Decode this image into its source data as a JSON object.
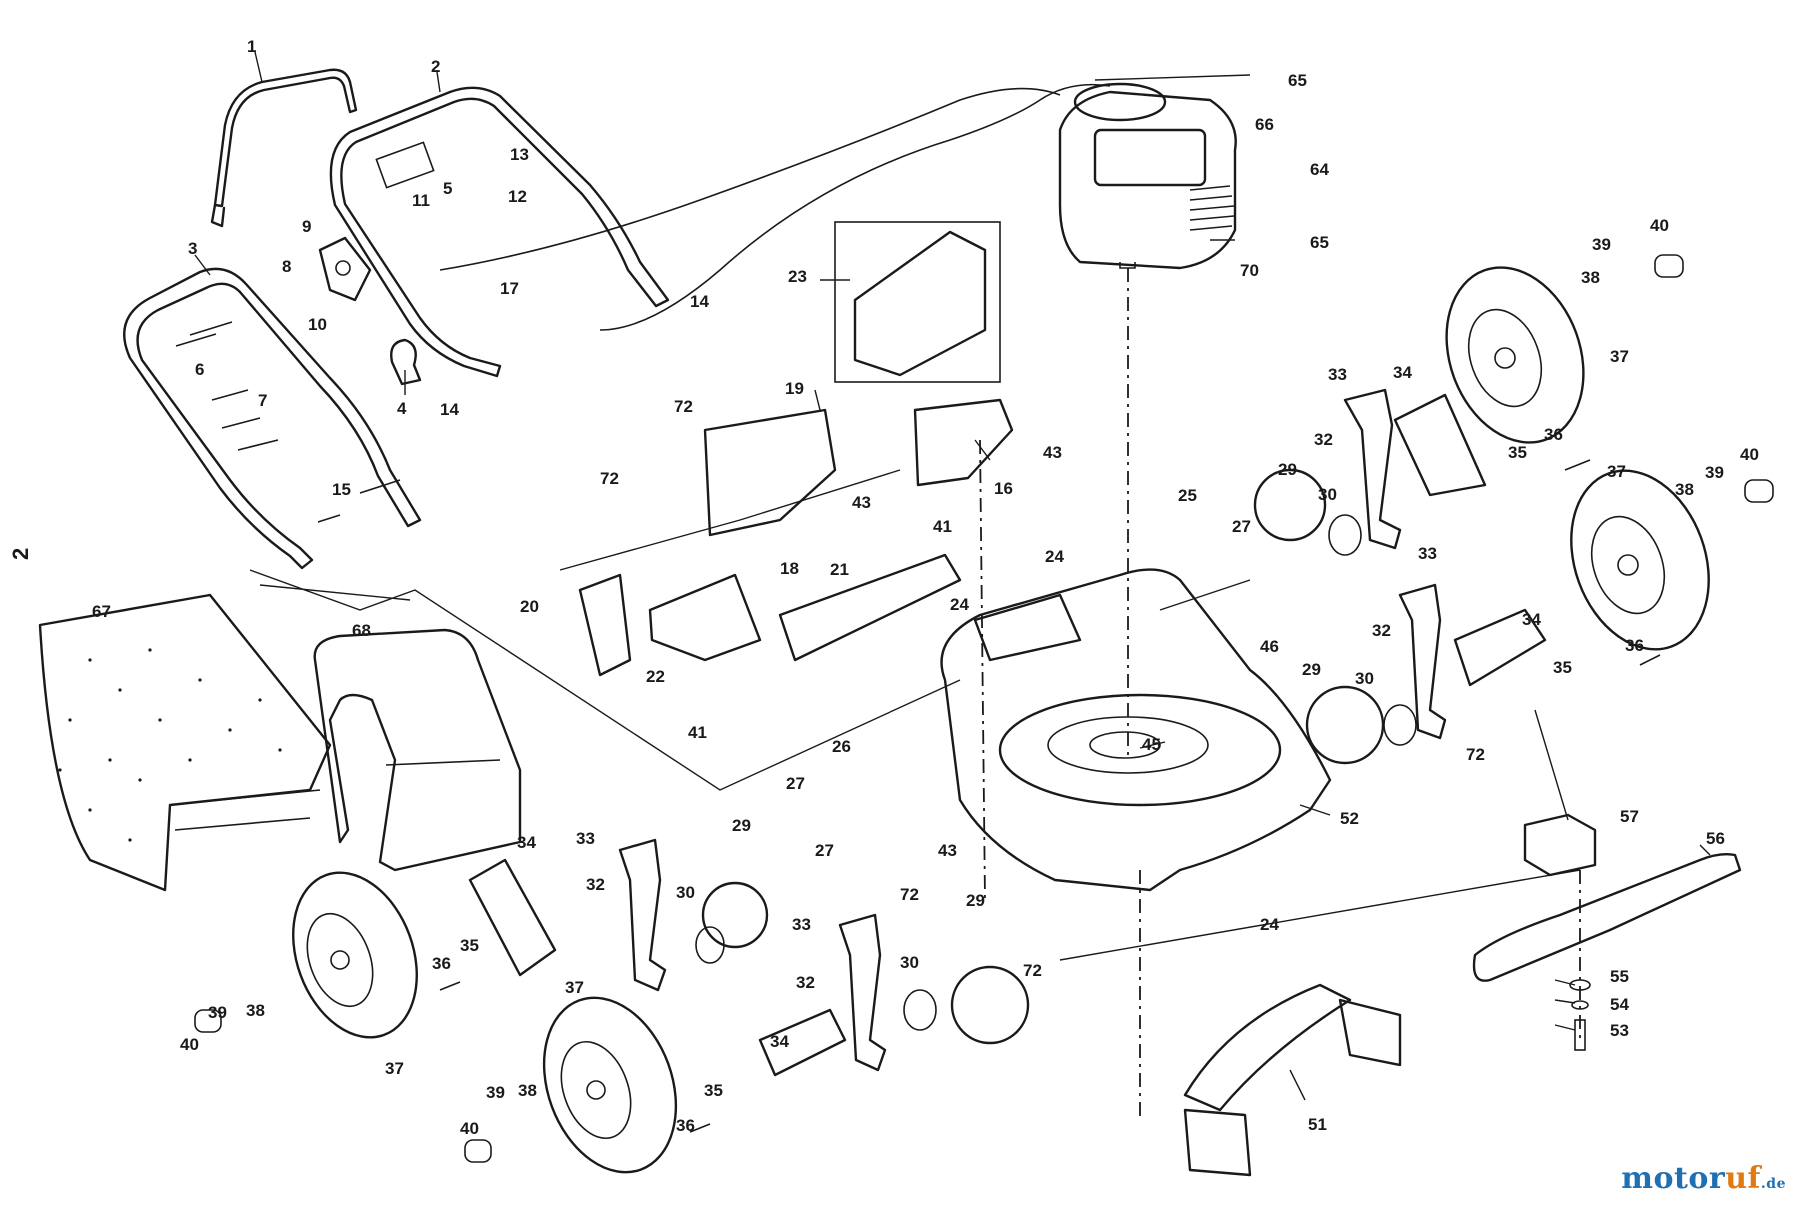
{
  "sheet_number": "2",
  "watermark": {
    "brand": "motor",
    "brand_end": "uf",
    "tld": ".de"
  },
  "colors": {
    "watermark_primary": "#1f6fb3",
    "watermark_secondary": "#e07b12",
    "ink": "#1a1a1a"
  },
  "callouts": [
    {
      "id": "c1",
      "label": "1"
    },
    {
      "id": "c2",
      "label": "2"
    },
    {
      "id": "c3",
      "label": "3"
    },
    {
      "id": "c4",
      "label": "4"
    },
    {
      "id": "c5",
      "label": "5"
    },
    {
      "id": "c6",
      "label": "6"
    },
    {
      "id": "c7",
      "label": "7"
    },
    {
      "id": "c8",
      "label": "8"
    },
    {
      "id": "c9",
      "label": "9"
    },
    {
      "id": "c10",
      "label": "10"
    },
    {
      "id": "c11",
      "label": "11"
    },
    {
      "id": "c12",
      "label": "12"
    },
    {
      "id": "c13",
      "label": "13"
    },
    {
      "id": "c14a",
      "label": "14"
    },
    {
      "id": "c14b",
      "label": "14"
    },
    {
      "id": "c15",
      "label": "15"
    },
    {
      "id": "c16",
      "label": "16"
    },
    {
      "id": "c17",
      "label": "17"
    },
    {
      "id": "c18",
      "label": "18"
    },
    {
      "id": "c19",
      "label": "19"
    },
    {
      "id": "c20",
      "label": "20"
    },
    {
      "id": "c21",
      "label": "21"
    },
    {
      "id": "c22",
      "label": "22"
    },
    {
      "id": "c23",
      "label": "23"
    },
    {
      "id": "c24a",
      "label": "24"
    },
    {
      "id": "c24b",
      "label": "24"
    },
    {
      "id": "c24c",
      "label": "24"
    },
    {
      "id": "c25",
      "label": "25"
    },
    {
      "id": "c26",
      "label": "26"
    },
    {
      "id": "c27a",
      "label": "27"
    },
    {
      "id": "c27b",
      "label": "27"
    },
    {
      "id": "c27c",
      "label": "27"
    },
    {
      "id": "c29a",
      "label": "29"
    },
    {
      "id": "c29b",
      "label": "29"
    },
    {
      "id": "c29c",
      "label": "29"
    },
    {
      "id": "c29d",
      "label": "29"
    },
    {
      "id": "c30a",
      "label": "30"
    },
    {
      "id": "c30b",
      "label": "30"
    },
    {
      "id": "c30c",
      "label": "30"
    },
    {
      "id": "c30d",
      "label": "30"
    },
    {
      "id": "c32a",
      "label": "32"
    },
    {
      "id": "c32b",
      "label": "32"
    },
    {
      "id": "c32c",
      "label": "32"
    },
    {
      "id": "c32d",
      "label": "32"
    },
    {
      "id": "c33a",
      "label": "33"
    },
    {
      "id": "c33b",
      "label": "33"
    },
    {
      "id": "c33c",
      "label": "33"
    },
    {
      "id": "c33d",
      "label": "33"
    },
    {
      "id": "c34a",
      "label": "34"
    },
    {
      "id": "c34b",
      "label": "34"
    },
    {
      "id": "c34c",
      "label": "34"
    },
    {
      "id": "c34d",
      "label": "34"
    },
    {
      "id": "c35a",
      "label": "35"
    },
    {
      "id": "c35b",
      "label": "35"
    },
    {
      "id": "c35c",
      "label": "35"
    },
    {
      "id": "c35d",
      "label": "35"
    },
    {
      "id": "c36a",
      "label": "36"
    },
    {
      "id": "c36b",
      "label": "36"
    },
    {
      "id": "c36c",
      "label": "36"
    },
    {
      "id": "c36d",
      "label": "36"
    },
    {
      "id": "c37a",
      "label": "37"
    },
    {
      "id": "c37b",
      "label": "37"
    },
    {
      "id": "c37c",
      "label": "37"
    },
    {
      "id": "c37d",
      "label": "37"
    },
    {
      "id": "c38a",
      "label": "38"
    },
    {
      "id": "c38b",
      "label": "38"
    },
    {
      "id": "c38c",
      "label": "38"
    },
    {
      "id": "c38d",
      "label": "38"
    },
    {
      "id": "c39a",
      "label": "39"
    },
    {
      "id": "c39b",
      "label": "39"
    },
    {
      "id": "c39c",
      "label": "39"
    },
    {
      "id": "c39d",
      "label": "39"
    },
    {
      "id": "c40a",
      "label": "40"
    },
    {
      "id": "c40b",
      "label": "40"
    },
    {
      "id": "c40c",
      "label": "40"
    },
    {
      "id": "c40d",
      "label": "40"
    },
    {
      "id": "c41a",
      "label": "41"
    },
    {
      "id": "c41b",
      "label": "41"
    },
    {
      "id": "c43a",
      "label": "43"
    },
    {
      "id": "c43b",
      "label": "43"
    },
    {
      "id": "c43c",
      "label": "43"
    },
    {
      "id": "c45",
      "label": "45"
    },
    {
      "id": "c46",
      "label": "46"
    },
    {
      "id": "c51",
      "label": "51"
    },
    {
      "id": "c52",
      "label": "52"
    },
    {
      "id": "c53",
      "label": "53"
    },
    {
      "id": "c54",
      "label": "54"
    },
    {
      "id": "c55",
      "label": "55"
    },
    {
      "id": "c56",
      "label": "56"
    },
    {
      "id": "c57",
      "label": "57"
    },
    {
      "id": "c64",
      "label": "64"
    },
    {
      "id": "c65a",
      "label": "65"
    },
    {
      "id": "c65b",
      "label": "65"
    },
    {
      "id": "c66",
      "label": "66"
    },
    {
      "id": "c67",
      "label": "67"
    },
    {
      "id": "c68",
      "label": "68"
    },
    {
      "id": "c70",
      "label": "70"
    },
    {
      "id": "c72a",
      "label": "72"
    },
    {
      "id": "c72b",
      "label": "72"
    },
    {
      "id": "c72c",
      "label": "72"
    },
    {
      "id": "c72d",
      "label": "72"
    },
    {
      "id": "c72e",
      "label": "72"
    }
  ]
}
